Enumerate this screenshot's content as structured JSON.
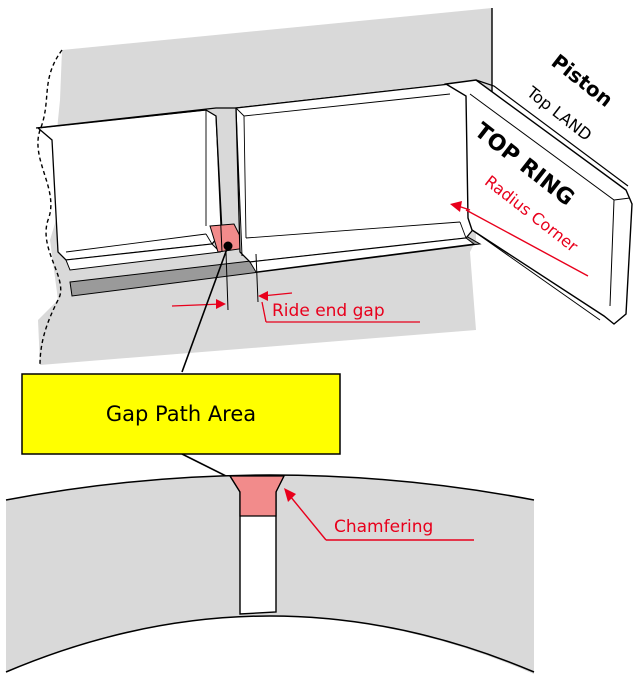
{
  "labels": {
    "piston": "Piston",
    "top_land": "Top LAND",
    "top_ring": "TOP RING",
    "radius_corner": "Radius Corner",
    "ride_end_gap": "Ride end gap",
    "gap_path_area": "Gap Path Area",
    "chamfering": "Chamfering"
  },
  "colors": {
    "piston_fill": "#d9d9d9",
    "ring_fill": "#ffffff",
    "gap_highlight": "#f28b8b",
    "callout_box": "#ffff00",
    "annotation_red": "#e8001c",
    "groove_dark": "#9a9a9a",
    "outline": "#000000"
  }
}
